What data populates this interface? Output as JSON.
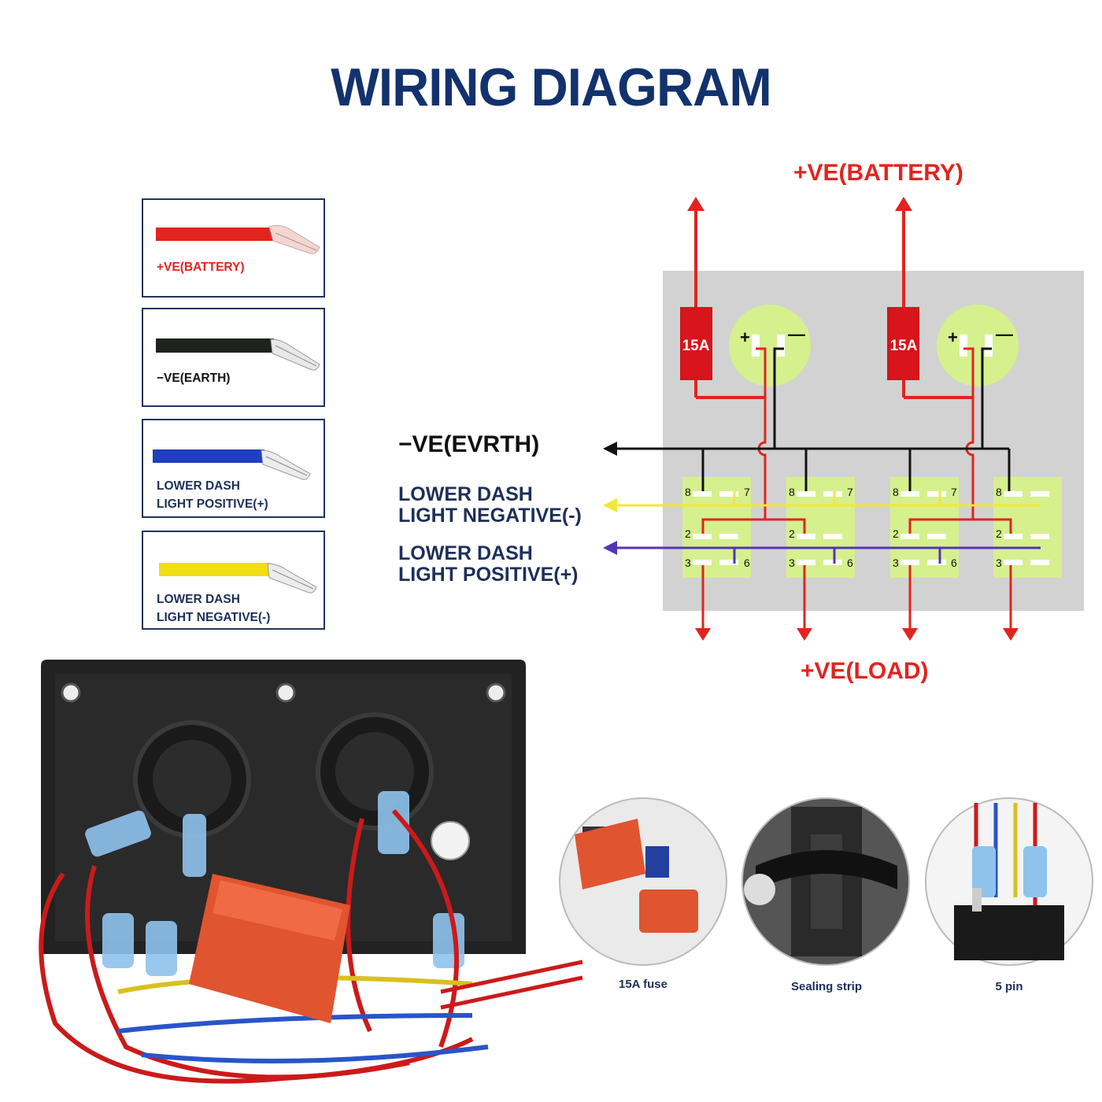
{
  "title": "WIRING DIAGRAM",
  "legend": [
    {
      "label": "+VE(BATTERY)",
      "wire_color": "#e2241f",
      "text_color": "#e2241f"
    },
    {
      "label": "−VE(EARTH)",
      "wire_color": "#1a1a1a",
      "text_color": "#111111"
    },
    {
      "label": "LOWER DASH\nLIGHT POSITIVE(+)",
      "wire_color": "#1f3fbf",
      "text_color": "#1d2f5a"
    },
    {
      "label": "LOWER DASH\nLIGHT NEGATIVE(-)",
      "wire_color": "#f1de12",
      "text_color": "#1d2f5a"
    }
  ],
  "diagram": {
    "battery_label": "+VE(BATTERY)",
    "load_label": "+VE(LOAD)",
    "earth_label": "−VE(EVRTH)",
    "negative_label": "LOWER DASH\nLIGHT NEGATIVE(-)",
    "positive_label": "LOWER DASH\nLIGHT POSITIVE(+)",
    "fuses": [
      "15A",
      "15A"
    ],
    "socket_plus": "+",
    "socket_minus": "—",
    "pins": {
      "p8": "8",
      "p7": "7",
      "p2": "2",
      "p3": "3",
      "p6": "6"
    },
    "colors": {
      "battery": "#e2241f",
      "earth": "#111111",
      "neg_light": "#f1e83a",
      "pos_light": "#5533bb",
      "panel": "#d2d2d2",
      "switch": "#d6f08e",
      "socket": "#d6f08e",
      "fuse": "#d8141c"
    }
  },
  "captions": [
    "15A fuse",
    "Sealing strip",
    "5 pin"
  ]
}
